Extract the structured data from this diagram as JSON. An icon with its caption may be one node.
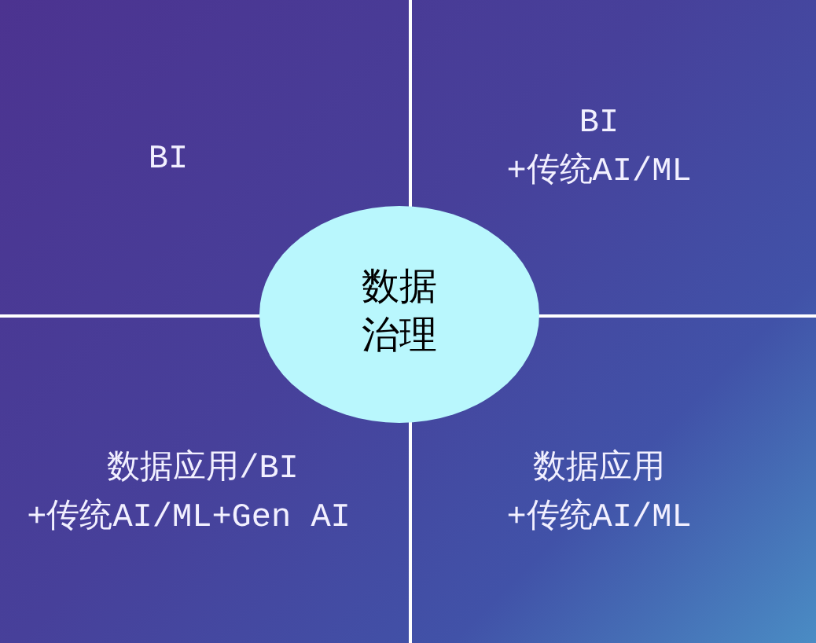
{
  "diagram": {
    "nodes": [
      {
        "text": [
          "数据治理"
        ]
      }
    ],
    "labels": [
      "BI",
      "BI",
      "+传统AI/ML",
      "数据应用/BI",
      "+传统AI/ML+Gen AI",
      "数据应用",
      "+传统AI/ML"
    ]
  }
}
